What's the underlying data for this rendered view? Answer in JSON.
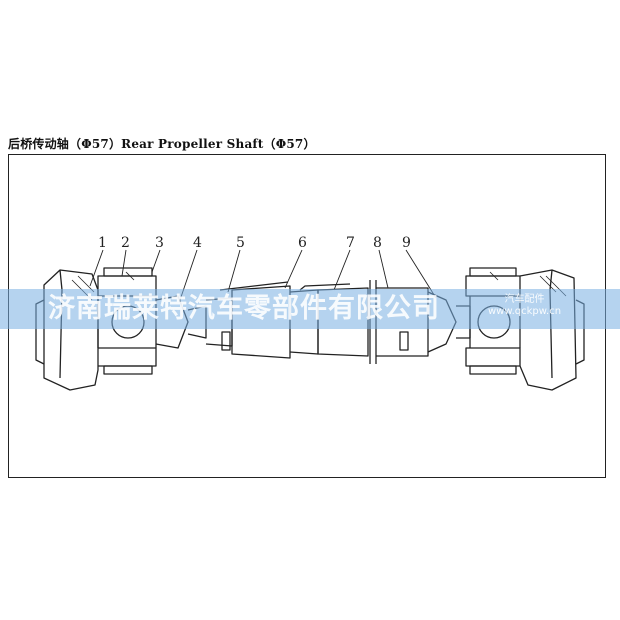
{
  "title": "后桥传动轴（Φ57）Rear Propeller Shaft（Φ57）",
  "callouts": [
    "1",
    "2",
    "3",
    "4",
    "5",
    "6",
    "7",
    "8",
    "9"
  ],
  "watermark": {
    "company": "济南瑞莱特汽车零部件有限公司",
    "logo_text": "汽车配件",
    "url_text": "www.qckpw.cn"
  }
}
